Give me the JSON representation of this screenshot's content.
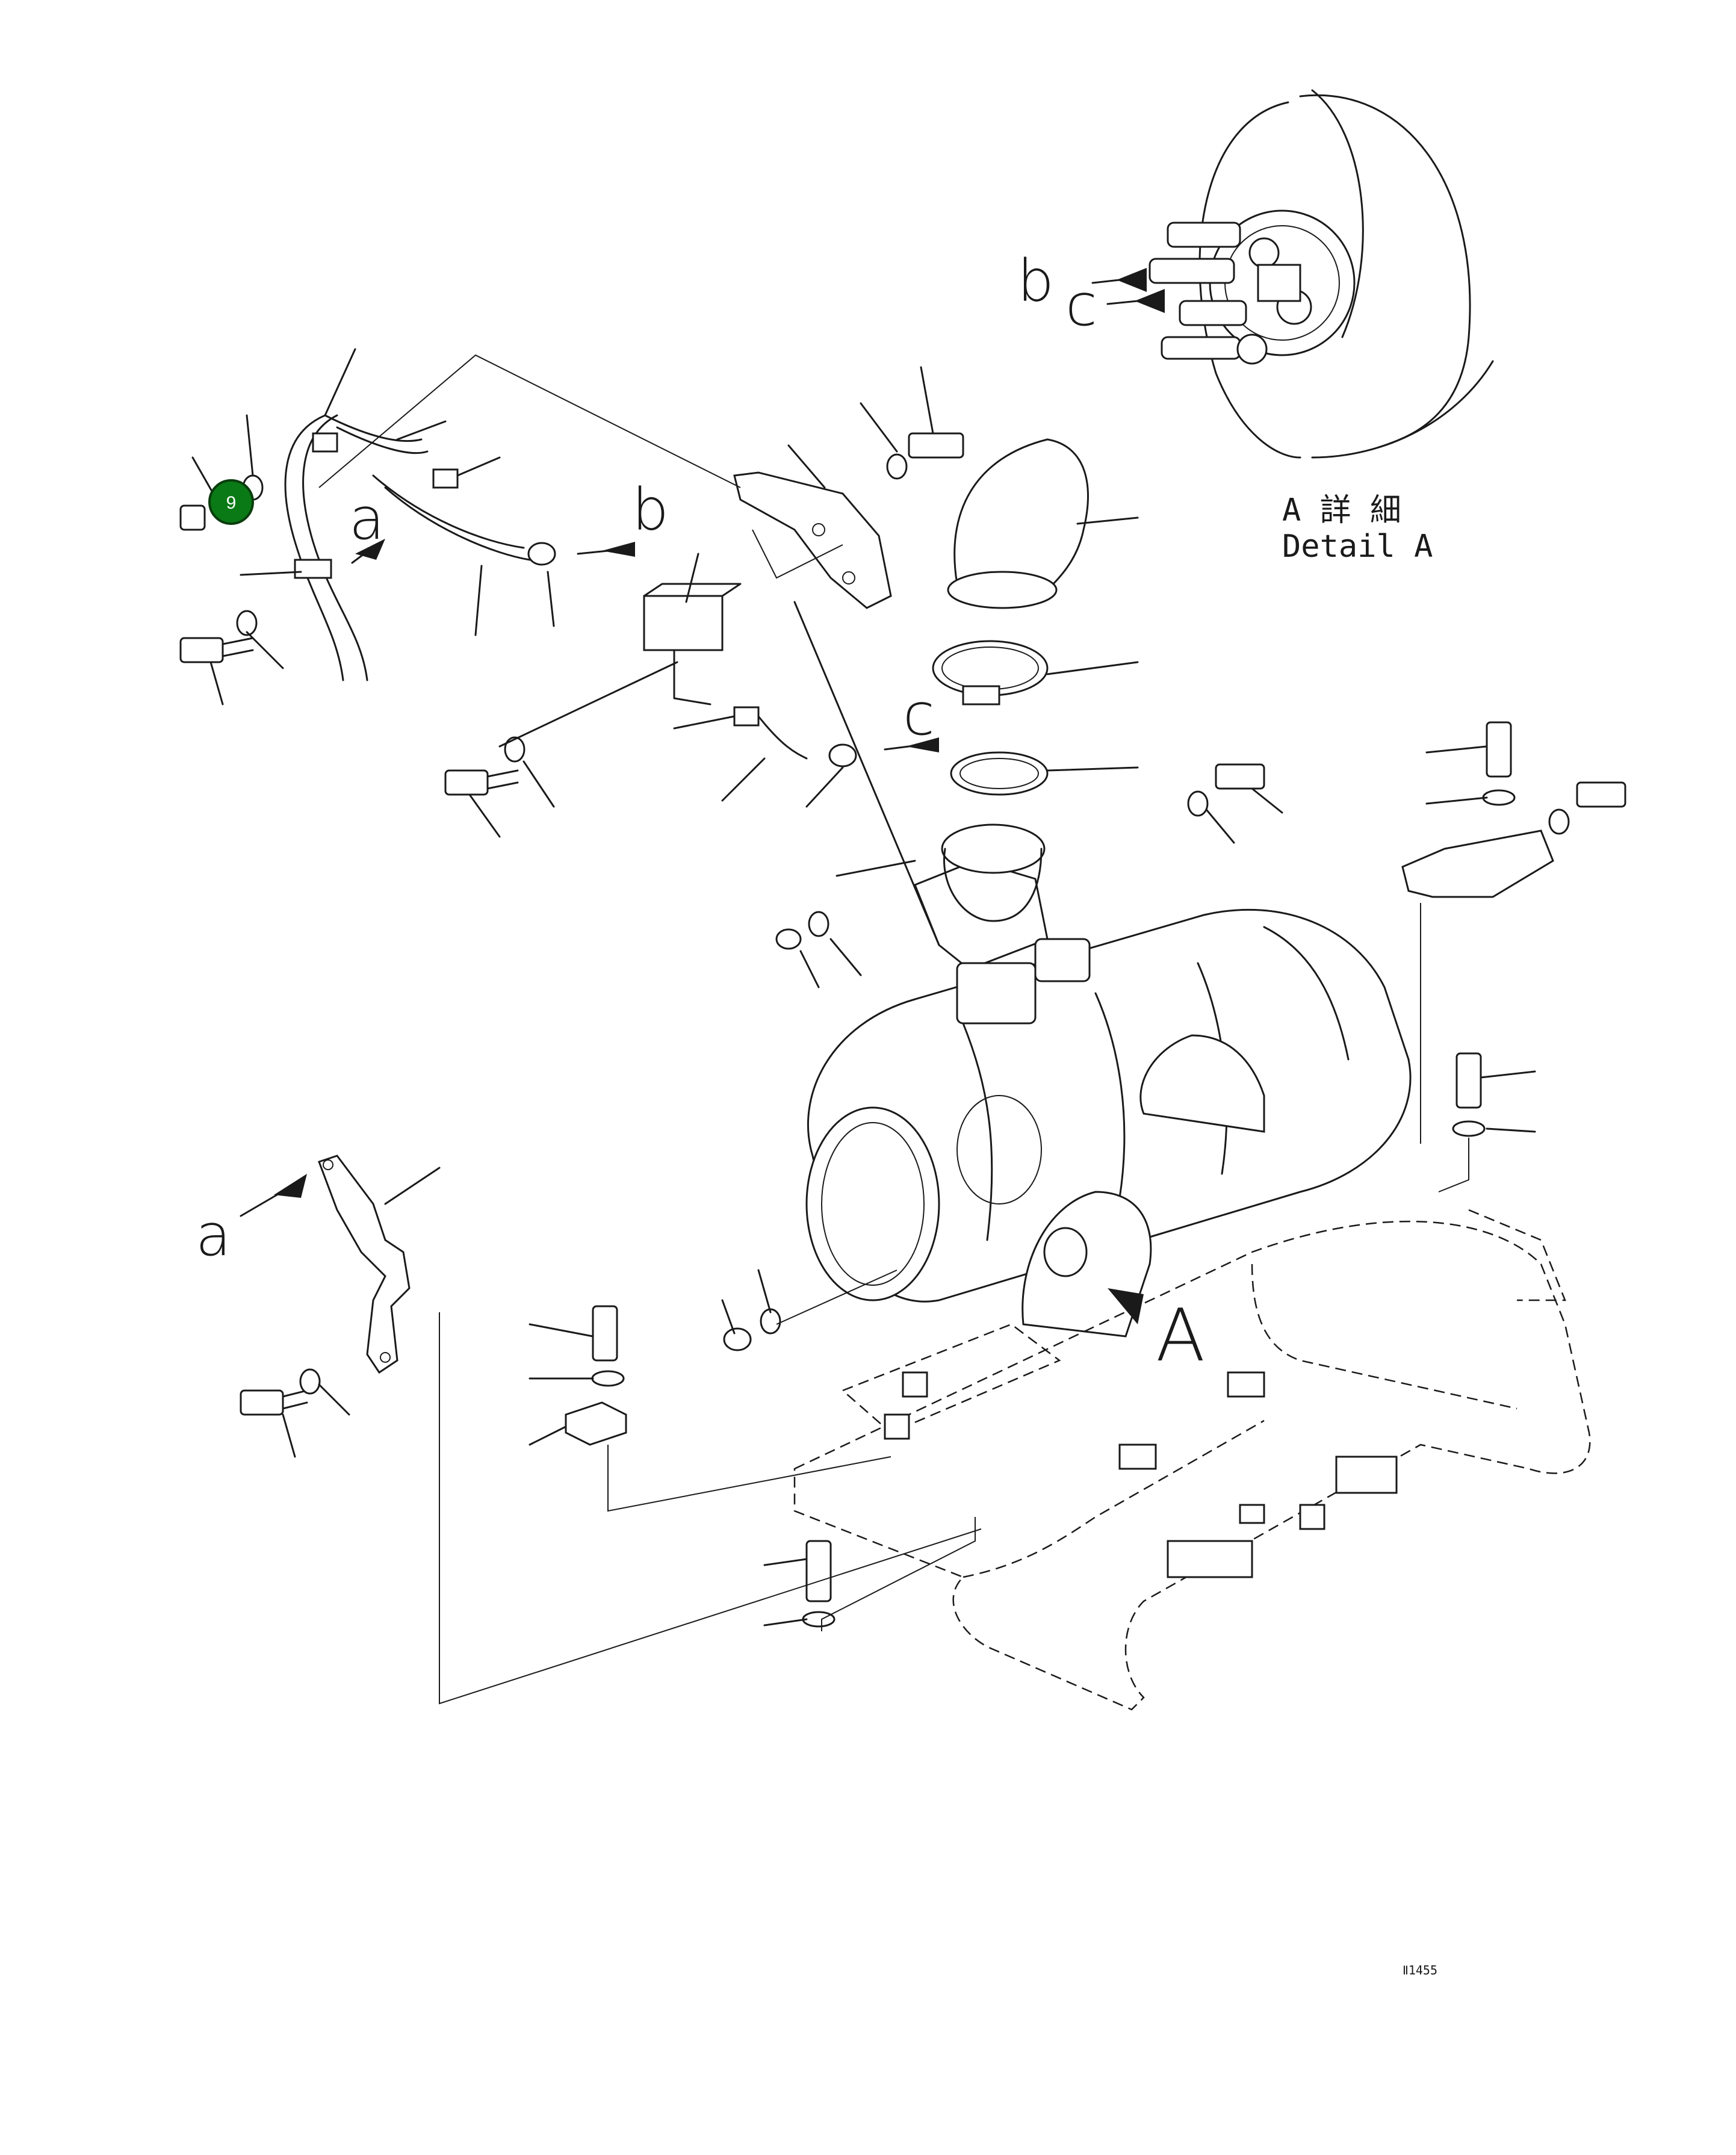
{
  "diagram": {
    "view_labels": {
      "a_upper": "a",
      "b_upper": "b",
      "c_middle": "c",
      "b_detail": "b",
      "c_detail": "c",
      "a_lower": "a",
      "detail_marker": "A"
    },
    "detail_caption": {
      "line1": "A 詳 細",
      "line2": "Detail A"
    },
    "callout": {
      "number": "9",
      "color": "#0a7a16"
    },
    "footer_code": "Ⅱ1455"
  }
}
